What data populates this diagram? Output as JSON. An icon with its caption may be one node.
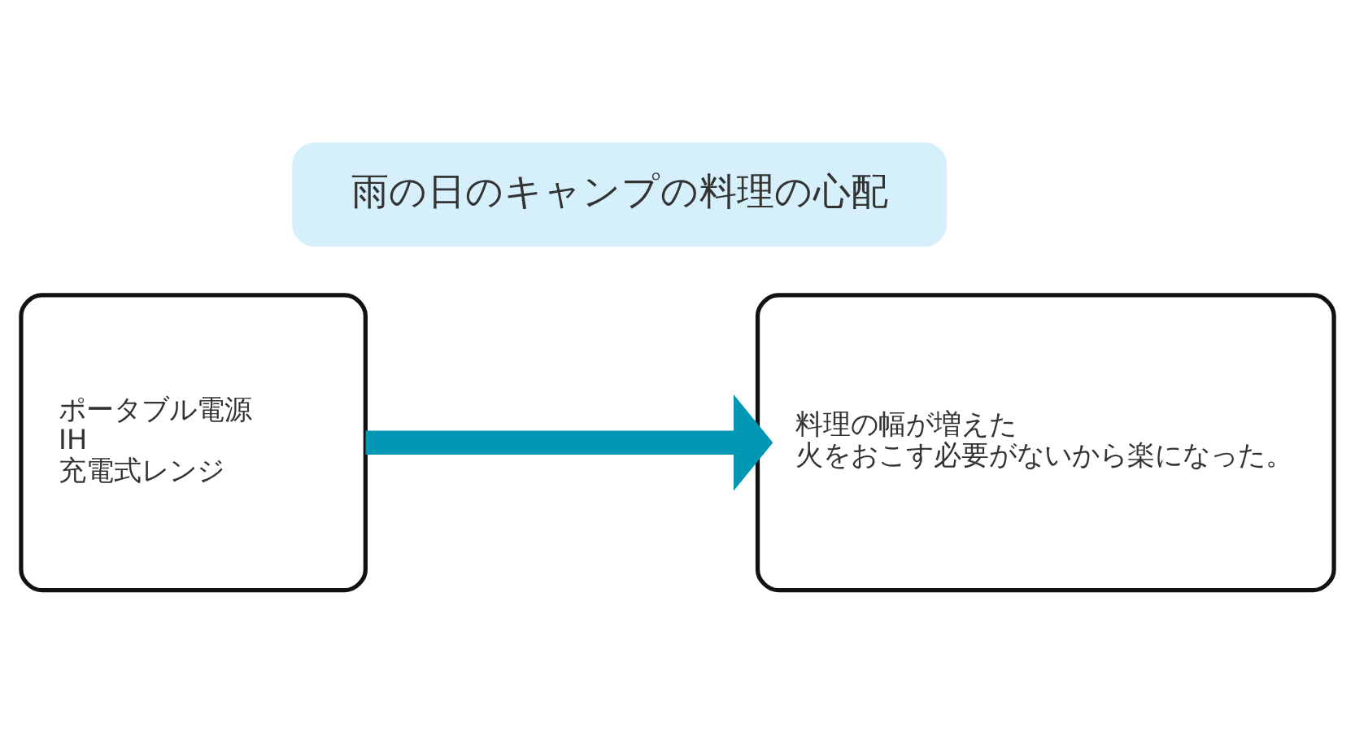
{
  "diagram": {
    "nodes": [
      {
        "text": [
          "雨の日のキャンプの料理の心配"
        ]
      },
      {
        "text": [
          "ポータブル電源",
          "IH",
          "充電式レンジ"
        ]
      },
      {
        "text": [
          "料理の幅が増えた",
          "火をおこす必要がないから楽になった。"
        ]
      }
    ],
    "edges": [
      {
        "from": 1,
        "to": 2,
        "arrow": "to",
        "color": "#0097b2"
      }
    ]
  }
}
